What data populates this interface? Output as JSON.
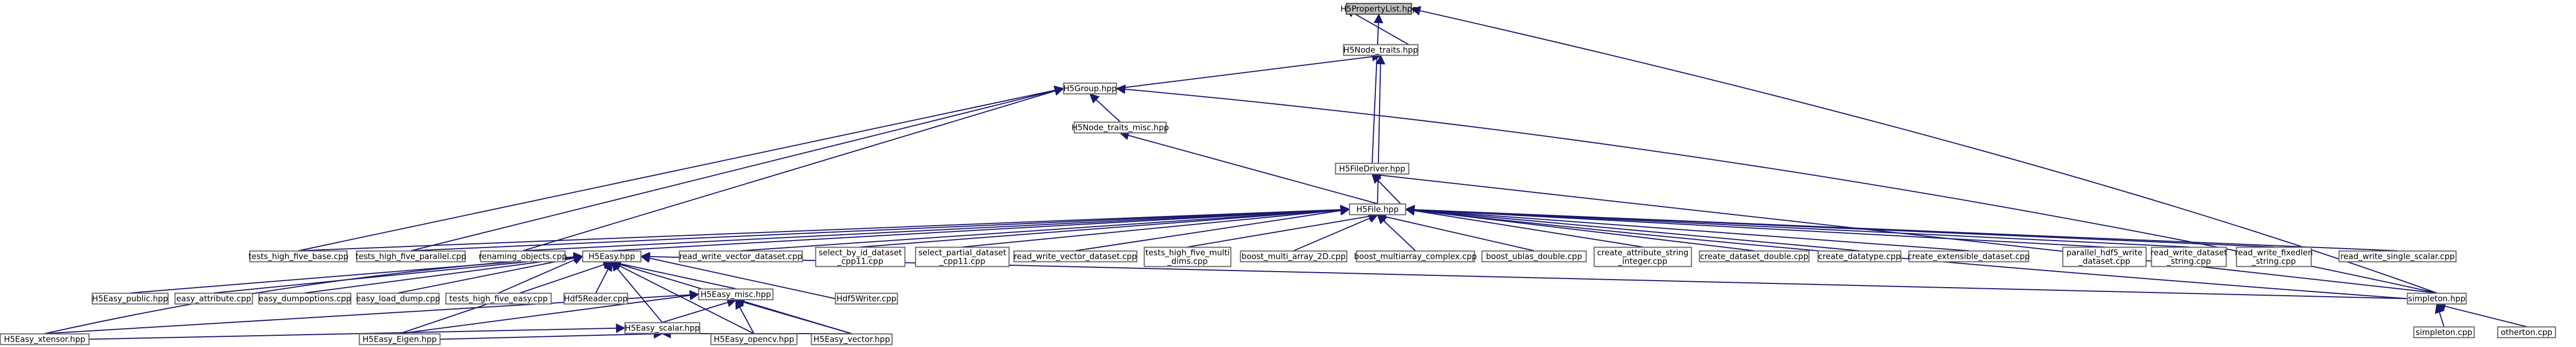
{
  "graph": {
    "type": "include-dependency-graph",
    "colors": {
      "edge": "#191970",
      "node_border": "#666666",
      "root_fill": "#bfbfbf",
      "node_fill": "#ffffff"
    },
    "nodes": [
      {
        "id": "h5propertylist",
        "label": [
          "H5PropertyList.hpp"
        ]
      },
      {
        "id": "h5node-traits",
        "label": [
          "H5Node_traits.hpp"
        ]
      },
      {
        "id": "h5group",
        "label": [
          "H5Group.hpp"
        ]
      },
      {
        "id": "h5node-traits-misc",
        "label": [
          "H5Node_traits_misc.hpp"
        ]
      },
      {
        "id": "h5filedriver",
        "label": [
          "H5FileDriver.hpp"
        ]
      },
      {
        "id": "h5file",
        "label": [
          "H5File.hpp"
        ]
      },
      {
        "id": "tests-high-five-base",
        "label": [
          "tests_high_five_base.cpp"
        ]
      },
      {
        "id": "tests-high-five-parallel",
        "label": [
          "tests_high_five_parallel.cpp"
        ]
      },
      {
        "id": "renaming-objects",
        "label": [
          "renaming_objects.cpp"
        ]
      },
      {
        "id": "h5easy",
        "label": [
          "H5Easy.hpp"
        ]
      },
      {
        "id": "read-write-vector-dataset-1",
        "label": [
          "read_write_vector_dataset.cpp"
        ]
      },
      {
        "id": "select-by-id-dataset",
        "label": [
          "select_by_id_dataset",
          "_cpp11.cpp"
        ]
      },
      {
        "id": "select-partial-dataset",
        "label": [
          "select_partial_dataset",
          "_cpp11.cpp"
        ]
      },
      {
        "id": "read-write-vector-dataset-2",
        "label": [
          "read_write_vector_dataset.cpp"
        ]
      },
      {
        "id": "tests-high-five-multi-dims",
        "label": [
          "tests_high_five_multi",
          "_dims.cpp"
        ]
      },
      {
        "id": "boost-multi-array-2d",
        "label": [
          "boost_multi_array_2D.cpp"
        ]
      },
      {
        "id": "boost-multiarray-complex",
        "label": [
          "boost_multiarray_complex.cpp"
        ]
      },
      {
        "id": "boost-ublas-double",
        "label": [
          "boost_ublas_double.cpp"
        ]
      },
      {
        "id": "create-attribute-string-integer",
        "label": [
          "create_attribute_string",
          "_integer.cpp"
        ]
      },
      {
        "id": "create-dataset-double",
        "label": [
          "create_dataset_double.cpp"
        ]
      },
      {
        "id": "create-datatype",
        "label": [
          "create_datatype.cpp"
        ]
      },
      {
        "id": "create-extensible-dataset",
        "label": [
          "create_extensible_dataset.cpp"
        ]
      },
      {
        "id": "parallel-hdf5-write-dataset",
        "label": [
          "parallel_hdf5_write",
          "_dataset.cpp"
        ]
      },
      {
        "id": "read-write-dataset-string",
        "label": [
          "read_write_dataset",
          "_string.cpp"
        ]
      },
      {
        "id": "read-write-fixedlen-string",
        "label": [
          "read_write_fixedlen",
          "_string.cpp"
        ]
      },
      {
        "id": "read-write-single-scalar",
        "label": [
          "read_write_single_scalar.cpp"
        ]
      },
      {
        "id": "h5easy-public",
        "label": [
          "H5Easy_public.hpp"
        ]
      },
      {
        "id": "easy-attribute",
        "label": [
          "easy_attribute.cpp"
        ]
      },
      {
        "id": "easy-dumpoptions",
        "label": [
          "easy_dumpoptions.cpp"
        ]
      },
      {
        "id": "easy-load-dump",
        "label": [
          "easy_load_dump.cpp"
        ]
      },
      {
        "id": "tests-high-five-easy",
        "label": [
          "tests_high_five_easy.cpp"
        ]
      },
      {
        "id": "hdf5reader",
        "label": [
          "Hdf5Reader.cpp"
        ]
      },
      {
        "id": "h5easy-misc",
        "label": [
          "H5Easy_misc.hpp"
        ]
      },
      {
        "id": "hdf5writer",
        "label": [
          "Hdf5Writer.cpp"
        ]
      },
      {
        "id": "simpleton-hpp",
        "label": [
          "simpleton.hpp"
        ]
      },
      {
        "id": "h5easy-scalar",
        "label": [
          "H5Easy_scalar.hpp"
        ]
      },
      {
        "id": "h5easy-xtensor",
        "label": [
          "H5Easy_xtensor.hpp"
        ]
      },
      {
        "id": "h5easy-eigen",
        "label": [
          "H5Easy_Eigen.hpp"
        ]
      },
      {
        "id": "h5easy-opencv",
        "label": [
          "H5Easy_opencv.hpp"
        ]
      },
      {
        "id": "h5easy-vector",
        "label": [
          "H5Easy_vector.hpp"
        ]
      },
      {
        "id": "simpleton-cpp",
        "label": [
          "simpleton.cpp"
        ]
      },
      {
        "id": "otherton-cpp",
        "label": [
          "otherton.cpp"
        ]
      }
    ]
  }
}
